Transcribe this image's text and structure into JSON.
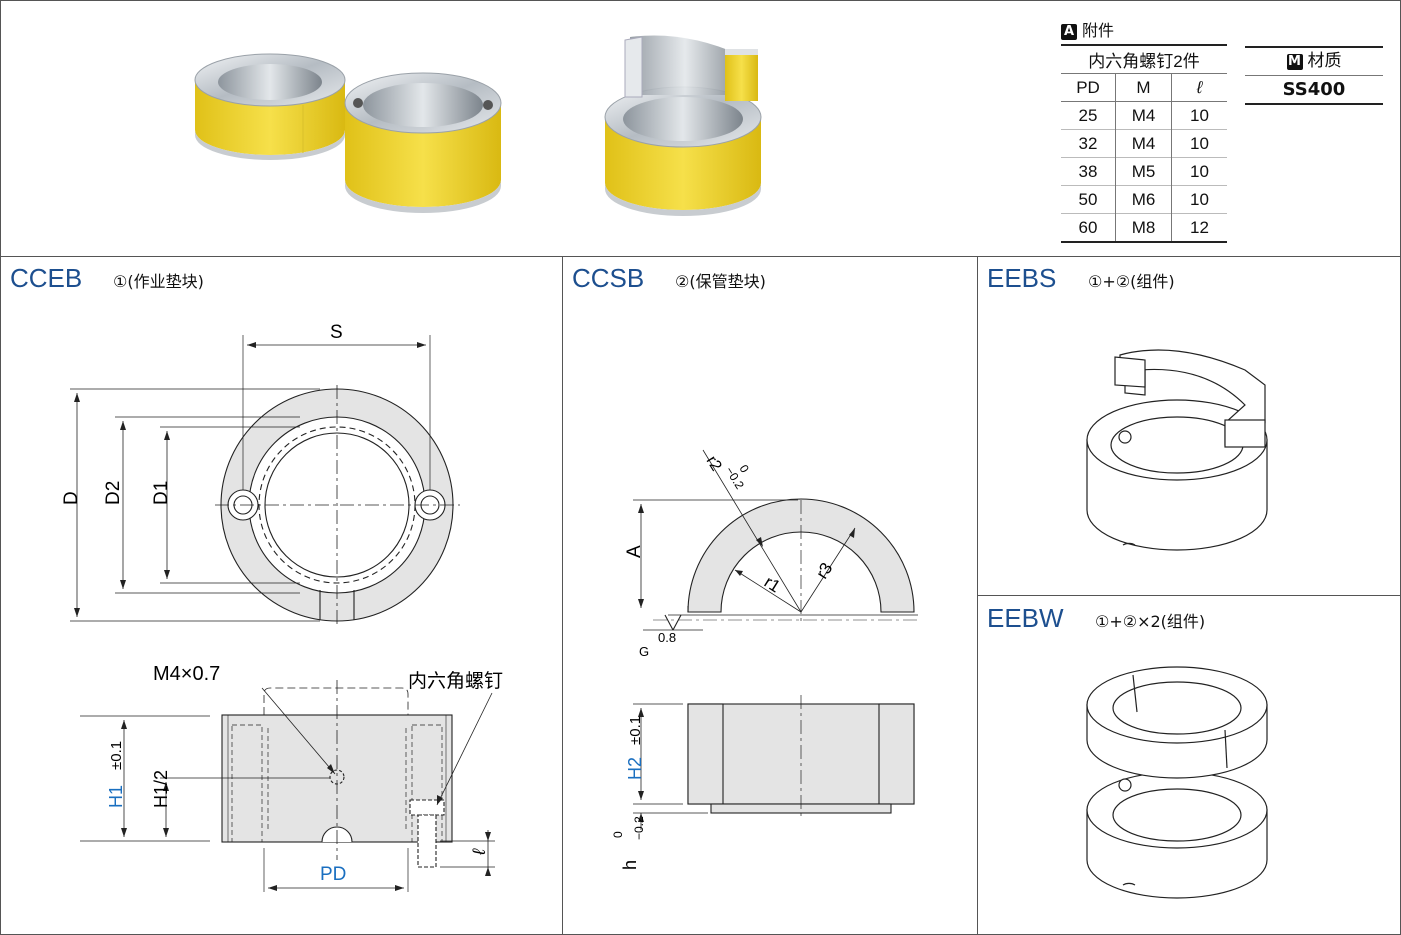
{
  "accessory": {
    "heading": "附件",
    "heading_badge": "A",
    "group_header": "内六角螺钉2件",
    "columns": [
      "PD",
      "M",
      "ℓ"
    ],
    "rows": [
      [
        "25",
        "M4",
        "10"
      ],
      [
        "32",
        "M4",
        "10"
      ],
      [
        "38",
        "M5",
        "10"
      ],
      [
        "50",
        "M6",
        "10"
      ],
      [
        "60",
        "M8",
        "12"
      ]
    ]
  },
  "material": {
    "badge": "M",
    "heading": "材质",
    "value": "SS400"
  },
  "panels": {
    "cceb": {
      "code": "CCEB",
      "desc": "①(作业垫块)"
    },
    "ccsb": {
      "code": "CCSB",
      "desc": "②(保管垫块)"
    },
    "eebs": {
      "code": "EEBS",
      "desc": "①+②(组件)"
    },
    "eebw": {
      "code": "EEBW",
      "desc": "①+②×2(组件)"
    }
  },
  "cceb_labels": {
    "s": "S",
    "d": "D",
    "d2": "D2",
    "d1": "D1",
    "thread": "M4×0.7",
    "screw": "内六角螺钉",
    "h1": "H1",
    "h1_tol": "±0.1",
    "h1_half": "H1/2",
    "pd": "PD",
    "ell": "ℓ"
  },
  "ccsb_labels": {
    "r2": "r2",
    "r2_tol_up": "0",
    "r2_tol_low": "−0.2",
    "a": "A",
    "r1": "r1",
    "r3": "r3",
    "rough": "0.8",
    "g": "G",
    "h2": "H2",
    "h2_tol": "±0.1",
    "h": "h",
    "h_tol_up": "0",
    "h_tol_low": "−0.2"
  },
  "colors": {
    "title_blue": "#1d4f8f",
    "dim_blue": "#1a6fc0",
    "body_yellow": "#f1d626",
    "steel": "#c9ced3"
  }
}
